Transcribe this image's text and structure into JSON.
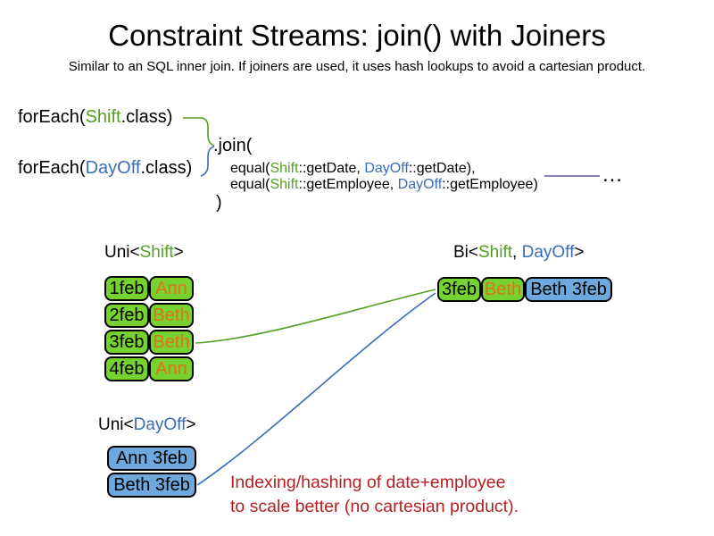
{
  "title": "Constraint Streams: join() with Joiners",
  "subtitle": "Similar to an SQL inner join. If joiners are used, it uses hash lookups to avoid a cartesian product.",
  "colors": {
    "shift_green": "#55a021",
    "dayoff_blue": "#3a6db8",
    "cell_green": "#76d32f",
    "cell_blue": "#6fa8dc",
    "employee_orange": "#e0711f",
    "joiner_purple": "#674ea7",
    "note_red": "#b42025"
  },
  "code": {
    "foreach_shift": {
      "prefix": "forEach(",
      "class_name": "Shift",
      "suffix": ".class)"
    },
    "foreach_dayoff": {
      "prefix": "forEach(",
      "class_name": "DayOff",
      "suffix": ".class)"
    },
    "join_open": ".join(",
    "joiners": [
      {
        "prefix": "equal(",
        "left_class": "Shift",
        "left_rest": "::getDate, ",
        "right_class": "DayOff",
        "right_rest": "::getDate),"
      },
      {
        "prefix": "equal(",
        "left_class": "Shift",
        "left_rest": "::getEmployee, ",
        "right_class": "DayOff",
        "right_rest": "::getEmployee)"
      }
    ],
    "join_close": ")",
    "ellipsis": "…"
  },
  "uni_shift": {
    "label": {
      "prefix": "Uni<",
      "class_name": "Shift",
      "suffix": ">"
    },
    "rows": [
      {
        "date": "1feb",
        "employee": "Ann"
      },
      {
        "date": "2feb",
        "employee": "Beth"
      },
      {
        "date": "3feb",
        "employee": "Beth"
      },
      {
        "date": "4feb",
        "employee": "Ann"
      }
    ]
  },
  "bi": {
    "label": {
      "prefix": "Bi<",
      "shift": "Shift",
      "comma": ", ",
      "dayoff": "DayOff",
      "suffix": ">"
    },
    "row": {
      "date": "3feb",
      "employee": "Beth",
      "dayoff": "Beth 3feb"
    }
  },
  "uni_dayoff": {
    "label": {
      "prefix": "Uni<",
      "class_name": "DayOff",
      "suffix": ">"
    },
    "rows": [
      "Ann 3feb",
      "Beth 3feb"
    ]
  },
  "note": {
    "line1": "Indexing/hashing of date+employee",
    "line2": "to scale better (no cartesian product)."
  }
}
